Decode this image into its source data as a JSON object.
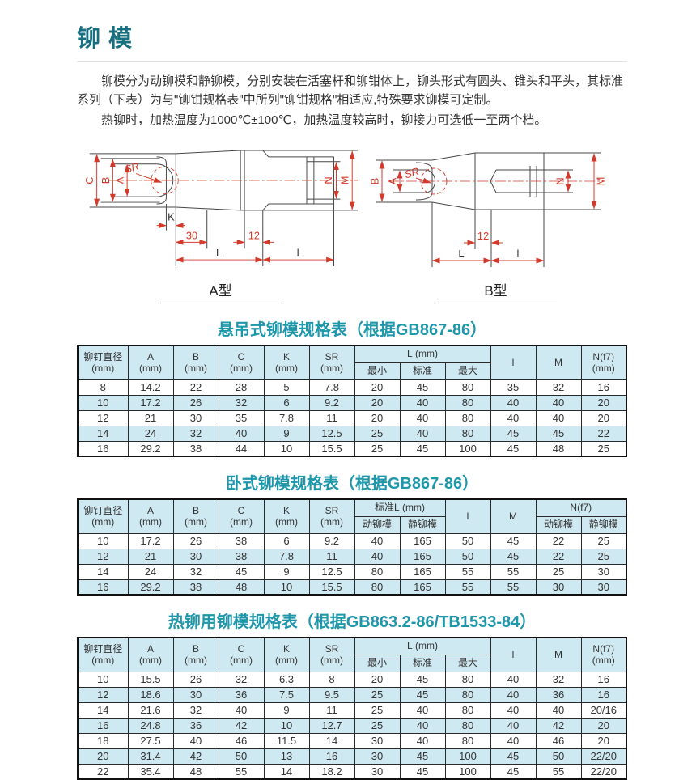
{
  "page": {
    "title": "铆 模"
  },
  "intro": {
    "para1": "铆模分为动铆模和静铆模，分别安装在活塞杆和铆钳体上，铆头形式有圆头、锥头和平头，其标准系列（下表）为与\"铆钳规格表\"中所列\"铆钳规格\"相适应,特殊要求铆模可定制。",
    "para2": "热铆时，加热温度为1000℃±100℃，加热温度较高时，铆接力可选低一至两个档。"
  },
  "colors": {
    "accent_teal": "#1e97ab",
    "title_teal": "#176f80",
    "dimension_red": "#d23b2b",
    "table_alt_row": "#cfe9f2"
  },
  "drawing_a": {
    "caption": "A型",
    "dims": {
      "c": "C",
      "b": "B",
      "a": "A",
      "sr": "SR",
      "k": "K",
      "d30": "30",
      "l_total": "L",
      "d12": "12",
      "l_small": "l",
      "n": "N",
      "m": "M"
    }
  },
  "drawing_b": {
    "caption": "B型",
    "dims": {
      "b": "B",
      "a": "A",
      "sr": "SR",
      "d12": "12",
      "l_total": "L",
      "l_small": "l",
      "n": "N",
      "m": "M"
    }
  },
  "tables": {
    "suspended": {
      "title": "悬吊式铆模规格表（根据GB867-86）",
      "header": {
        "diameter": "铆钉直径",
        "unit_mm": "(mm)",
        "a": "A",
        "b": "B",
        "c": "C",
        "k": "K",
        "sr": "SR",
        "l_group": "L",
        "sub_min": "最小",
        "sub_std": "标准",
        "sub_max": "最大",
        "l_small": "l",
        "m": "M",
        "n": "N(f7)"
      },
      "rows": [
        [
          "8",
          "14.2",
          "22",
          "28",
          "5",
          "7.8",
          "20",
          "45",
          "80",
          "35",
          "32",
          "16"
        ],
        [
          "10",
          "17.2",
          "26",
          "32",
          "6",
          "9.2",
          "20",
          "40",
          "80",
          "40",
          "40",
          "20"
        ],
        [
          "12",
          "21",
          "30",
          "35",
          "7.8",
          "11",
          "20",
          "40",
          "80",
          "40",
          "40",
          "20"
        ],
        [
          "14",
          "24",
          "32",
          "40",
          "9",
          "12.5",
          "25",
          "40",
          "80",
          "45",
          "45",
          "22"
        ],
        [
          "16",
          "29.2",
          "38",
          "44",
          "10",
          "15.5",
          "25",
          "45",
          "100",
          "45",
          "48",
          "25"
        ]
      ]
    },
    "horizontal": {
      "title": "卧式铆模规格表（根据GB867-86）",
      "header": {
        "diameter": "铆钉直径",
        "unit_mm": "(mm)",
        "a": "A",
        "b": "B",
        "c": "C",
        "k": "K",
        "sr": "SR",
        "l_group": "标准L",
        "sub_moving": "动铆模",
        "sub_static": "静铆模",
        "l_small": "l",
        "m": "M",
        "n": "N(f7)",
        "n_moving": "动铆模",
        "n_static": "静铆模"
      },
      "rows": [
        [
          "10",
          "17.2",
          "26",
          "38",
          "6",
          "9.2",
          "40",
          "165",
          "50",
          "45",
          "22",
          "25"
        ],
        [
          "12",
          "21",
          "30",
          "38",
          "7.8",
          "11",
          "40",
          "165",
          "50",
          "45",
          "22",
          "25"
        ],
        [
          "14",
          "24",
          "32",
          "45",
          "9",
          "12.5",
          "80",
          "165",
          "55",
          "55",
          "25",
          "30"
        ],
        [
          "16",
          "29.2",
          "38",
          "48",
          "10",
          "15.5",
          "80",
          "165",
          "55",
          "55",
          "30",
          "30"
        ]
      ]
    },
    "hot": {
      "title": "热铆用铆模规格表（根据GB863.2-86/TB1533-84）",
      "header": {
        "diameter": "铆钉直径",
        "unit_mm": "(mm)",
        "a": "A",
        "b": "B",
        "c": "C",
        "k": "K",
        "sr": "SR",
        "l_group": "L",
        "sub_min": "最小",
        "sub_std": "标准",
        "sub_max": "最大",
        "l_small": "l",
        "m": "M",
        "n": "N(f7)"
      },
      "rows": [
        [
          "10",
          "15.5",
          "26",
          "32",
          "6.3",
          "8",
          "20",
          "45",
          "80",
          "40",
          "32",
          "16"
        ],
        [
          "12",
          "18.6",
          "30",
          "36",
          "7.5",
          "9.5",
          "25",
          "45",
          "80",
          "40",
          "36",
          "16"
        ],
        [
          "14",
          "21.6",
          "32",
          "40",
          "9",
          "11",
          "25",
          "40",
          "80",
          "40",
          "40",
          "20/16"
        ],
        [
          "16",
          "24.8",
          "36",
          "42",
          "10",
          "12.7",
          "25",
          "40",
          "80",
          "40",
          "42",
          "20"
        ],
        [
          "18",
          "27.5",
          "40",
          "46",
          "11.5",
          "14",
          "30",
          "40",
          "80",
          "40",
          "46",
          "20"
        ],
        [
          "20",
          "31.4",
          "42",
          "50",
          "13",
          "16",
          "30",
          "45",
          "100",
          "45",
          "50",
          "22/20"
        ],
        [
          "22",
          "35.4",
          "48",
          "55",
          "14",
          "18.2",
          "30",
          "45",
          "100",
          "45",
          "55",
          "22/20"
        ]
      ]
    }
  }
}
